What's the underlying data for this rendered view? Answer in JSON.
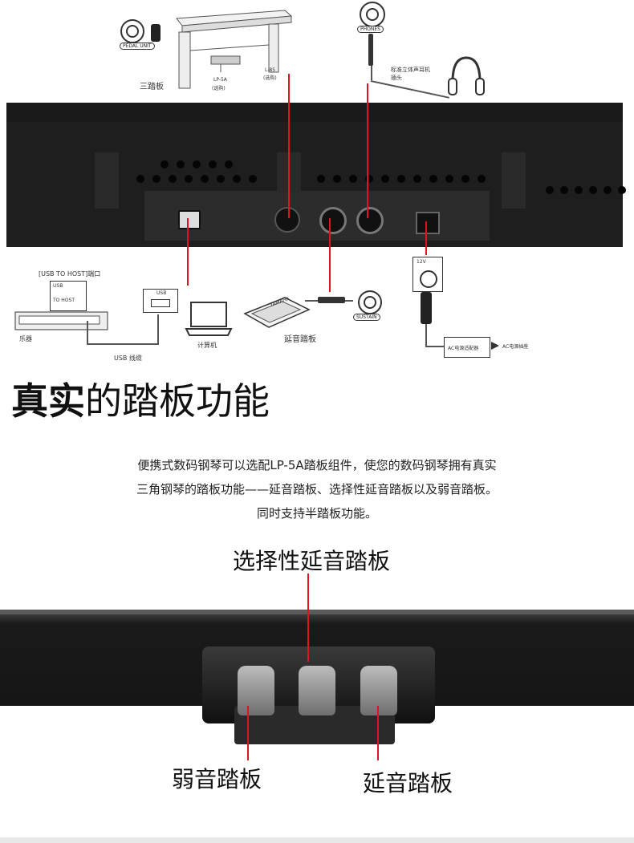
{
  "diagram": {
    "labels": {
      "pedal_unit_tag": "PEDAL UNIT",
      "triple_pedal": "三踏板",
      "lp5a": "LP-5A",
      "lp5a_optional": "(选购)",
      "l85": "L-85",
      "l85_optional": "(选购)",
      "phones_tag": "PHONES",
      "headphone_plug": "标准立体声耳机",
      "headphone_plug2": "插头",
      "usb_to_host": "[USB TO HOST]端口",
      "usb_jack": "USB",
      "to_host_jack": "TO HOST",
      "instrument": "乐器",
      "computer": "计算机",
      "usb_cable": "USB 线缆",
      "usb_small": "USB",
      "sustain_pedal": "延音踏板",
      "sustain_tag": "SUSTAIN",
      "yamaha": "YAMAHA",
      "dc12v": "12V",
      "ac_adapter": "AC电源适配器",
      "ac_outlet": "AC电源插座"
    }
  },
  "section": {
    "title_bold": "真实",
    "title_rest": "的踏板功能",
    "desc_lines": [
      "便携式数码钢琴可以选配LP-5A踏板组件，使您的数码钢琴拥有真实",
      "三角钢琴的踏板功能——延音踏板、选择性延音踏板以及弱音踏板。",
      "同时支持半踏板功能。"
    ]
  },
  "pedals": {
    "sostenuto": "选择性延音踏板",
    "soft": "弱音踏板",
    "sustain": "延音踏板"
  },
  "colors": {
    "accent_red": "#e0141e",
    "panel_black": "#1e1e1e"
  }
}
